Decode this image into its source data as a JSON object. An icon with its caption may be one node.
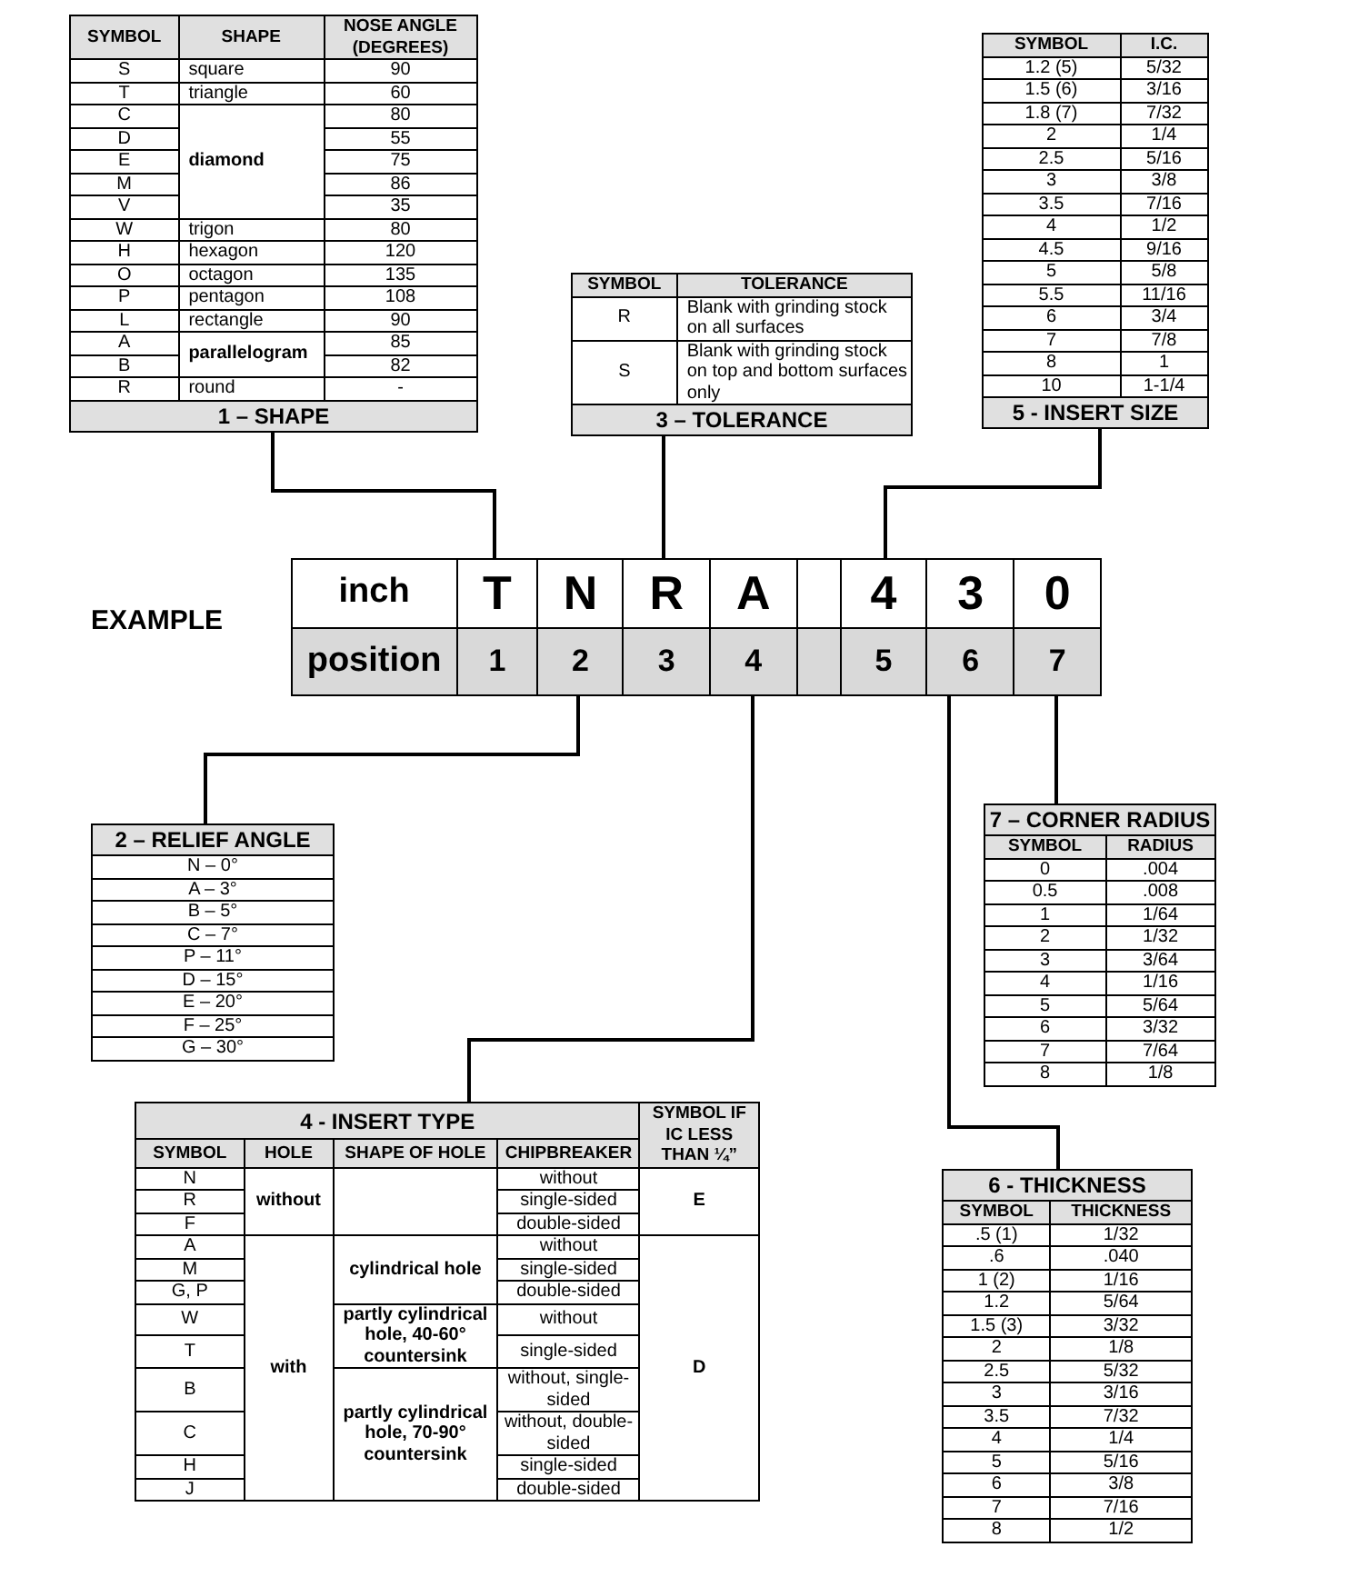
{
  "diagram": {
    "nodes": [
      {
        "text": [
          "1 – SHAPE"
        ]
      },
      {
        "text": [
          "3 – TOLERANCE"
        ]
      },
      {
        "text": [
          "5 - INSERT SIZE"
        ]
      },
      {
        "text": [],
        "shape": "box"
      },
      {
        "text": [
          "inch",
          "position"
        ],
        "in": 3
      },
      {
        "text": [
          "T",
          "1"
        ],
        "in": 3
      },
      {
        "text": [
          "N",
          "2"
        ],
        "in": 3
      },
      {
        "text": [
          "R",
          "3"
        ],
        "in": 3
      },
      {
        "text": [
          "A",
          "4"
        ],
        "in": 3
      },
      {
        "text": [],
        "shape": "box",
        "in": 3
      },
      {
        "text": [
          "4",
          "5"
        ],
        "in": 3
      },
      {
        "text": [
          "3",
          "6"
        ],
        "in": 3
      },
      {
        "text": [
          "0",
          "7"
        ],
        "in": 3
      },
      {
        "text": [
          "2 – RELIEF ANGLE"
        ]
      },
      {
        "text": [
          "7 – CORNER RADIUS"
        ]
      },
      {
        "text": [
          "4 - INSERT TYPE"
        ]
      },
      {
        "text": [
          "6 - THICKNESS"
        ]
      }
    ],
    "edges": [
      {
        "from": 0,
        "to": 5,
        "arrow": "none"
      },
      {
        "from": 1,
        "to": 7,
        "arrow": "none"
      },
      {
        "from": 2,
        "to": 10,
        "arrow": "none"
      },
      {
        "from": 13,
        "to": 6,
        "arrow": "none"
      },
      {
        "from": 15,
        "to": 8,
        "arrow": "none"
      },
      {
        "from": 16,
        "to": 11,
        "arrow": "none"
      },
      {
        "from": 14,
        "to": 12,
        "arrow": "none"
      }
    ],
    "labels": [
      "EXAMPLE",
      "SYMBOL",
      "SHAPE",
      "NOSE ANGLE (DEGREES)",
      "S",
      "square",
      "90",
      "T",
      "triangle",
      "60",
      "C",
      "80",
      "D",
      "55",
      "E",
      "diamond",
      "75",
      "M",
      "86",
      "V",
      "35",
      "W",
      "trigon",
      "80",
      "H",
      "hexagon",
      "120",
      "O",
      "octagon",
      "135",
      "P",
      "pentagon",
      "108",
      "L",
      "rectangle",
      "90",
      "A",
      "85",
      "parallelogram",
      "B",
      "82",
      "R",
      "round",
      "-",
      "SYMBOL",
      "TOLERANCE",
      "R",
      "Blank with grinding stock on all surfaces",
      "S",
      "Blank with grinding stock on top and bottom surfaces only",
      "SYMBOL",
      "I.C.",
      "1.2 (5)",
      "5/32",
      "1.5 (6)",
      "3/16",
      "1.8 (7)",
      "7/32",
      "2",
      "1/4",
      "2.5",
      "5/16",
      "3",
      "3/8",
      "3.5",
      "7/16",
      "4",
      "1/2",
      "4.5",
      "9/16",
      "5",
      "5/8",
      "5.5",
      "11/16",
      "6",
      "3/4",
      "7",
      "7/8",
      "8",
      "1",
      "10",
      "1-1/4",
      "N – 0°",
      "A – 3°",
      "B – 5°",
      "C – 7°",
      "P – 11°",
      "D – 15°",
      "E – 20°",
      "F – 25°",
      "G – 30°",
      "SYMBOL",
      "RADIUS",
      "0",
      ".004",
      "0.5",
      ".008",
      "1",
      "1/64",
      "2",
      "1/32",
      "3",
      "3/64",
      "4",
      "1/16",
      "5",
      "5/64",
      "6",
      "3/32",
      "7",
      "7/64",
      "8",
      "1/8",
      "SYMBOL IF IC LESS THAN ¼”",
      "SYMBOL",
      "HOLE",
      "SHAPE OF HOLE",
      "CHIPBREAKER",
      "N",
      "without",
      "R",
      "without",
      "single-sided",
      "E",
      "F",
      "double-sided",
      "A",
      "without",
      "M",
      "cylindrical hole",
      "single-sided",
      "G, P",
      "double-sided",
      "W",
      "without",
      "partly cylindrical hole, 40-60° countersink",
      "T",
      "with",
      "single-sided",
      "D",
      "B",
      "without, single-sided",
      "C",
      "without, double-sided",
      "partly cylindrical hole, 70-90° countersink",
      "H",
      "single-sided",
      "J",
      "double-sided",
      "SYMBOL",
      "THICKNESS",
      ".5 (1)",
      "1/32",
      ".6",
      ".040",
      "1 (2)",
      "1/16",
      "1.2",
      "5/64",
      "1.5 (3)",
      "3/32",
      "2",
      "1/8",
      "2.5",
      "5/32",
      "3",
      "3/16",
      "3.5",
      "7/32",
      "4",
      "1/4",
      "5",
      "5/16",
      "6",
      "3/8",
      "7",
      "7/16",
      "8",
      "1/2"
    ]
  }
}
